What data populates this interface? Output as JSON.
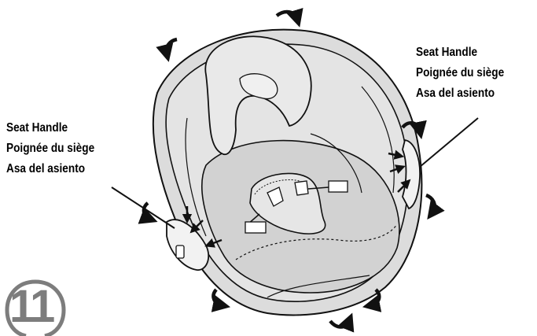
{
  "step_number": "11",
  "right_handle": {
    "english": "Seat Handle",
    "french": "Poignée du siège",
    "spanish": "Asa del asiento"
  },
  "left_handle": {
    "english": "Seat Handle",
    "french": "Poignée du siège",
    "spanish": "Asa del asiento"
  },
  "colors": {
    "seat_fill": "#dcdcdc",
    "headrest_fill": "#e9e9e9",
    "outline": "#111111",
    "step_badge": "#7d7d7d"
  }
}
